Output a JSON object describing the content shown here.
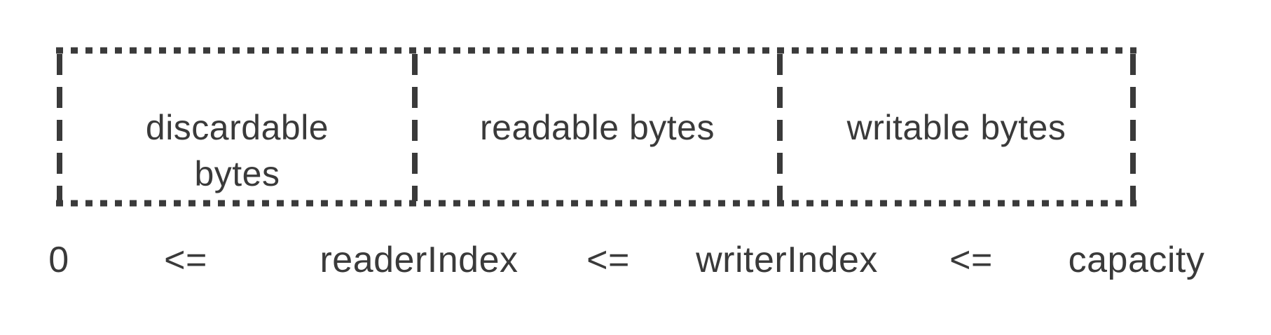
{
  "diagram": {
    "segments": [
      {
        "label": "discardable bytes"
      },
      {
        "label": "readable bytes"
      },
      {
        "label": "writable bytes"
      }
    ],
    "axis_tokens": [
      "0",
      "<=",
      "readerIndex",
      "<=",
      "writerIndex",
      "<=",
      "capacity"
    ],
    "colors": {
      "ink": "#3a3a3a",
      "background": "#ffffff"
    }
  }
}
